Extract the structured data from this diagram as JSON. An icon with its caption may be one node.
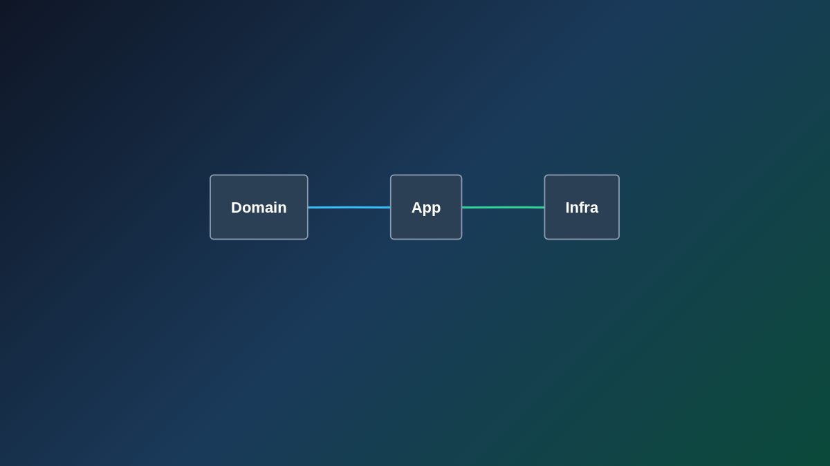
{
  "diagram": {
    "nodes": [
      {
        "text": [
          "Domain"
        ]
      },
      {
        "text": [
          "App"
        ]
      },
      {
        "text": [
          "Infra"
        ]
      }
    ],
    "edges": [
      {
        "from": 0,
        "to": 1,
        "arrow": "none",
        "color": "#38bdf8"
      },
      {
        "from": 1,
        "to": 2,
        "arrow": "none",
        "color": "#34d399"
      }
    ]
  }
}
